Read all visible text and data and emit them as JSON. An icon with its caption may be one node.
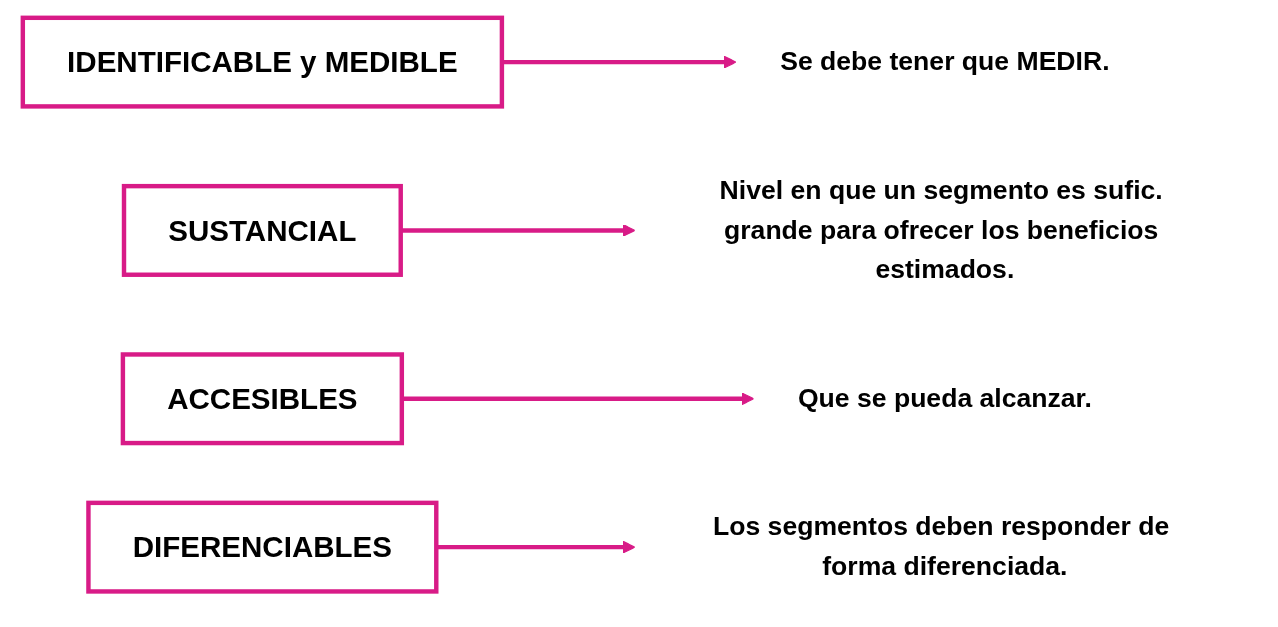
{
  "diagram": {
    "nodes": [
      {
        "text": [
          "IDENTIFICABLE y MEDIBLE"
        ]
      },
      {
        "text": [
          "Se debe tener que MEDIR."
        ]
      },
      {
        "text": [
          "SUSTANCIAL"
        ]
      },
      {
        "text": [
          "Nivel en que un segmento es sufic. grande para ofrecer los beneficios estimados."
        ]
      },
      {
        "text": [
          "ACCESIBLES"
        ]
      },
      {
        "text": [
          "Que se pueda alcanzar."
        ]
      },
      {
        "text": [
          "DIFERENCIABLES"
        ]
      },
      {
        "text": [
          "Los segmentos deben responder de forma diferenciada."
        ]
      }
    ],
    "edges": [
      {
        "from": 0,
        "to": 1,
        "arrow": "to"
      },
      {
        "from": 2,
        "to": 3,
        "arrow": "to"
      },
      {
        "from": 4,
        "to": 5,
        "arrow": "to"
      },
      {
        "from": 6,
        "to": 7,
        "arrow": "to"
      }
    ]
  }
}
